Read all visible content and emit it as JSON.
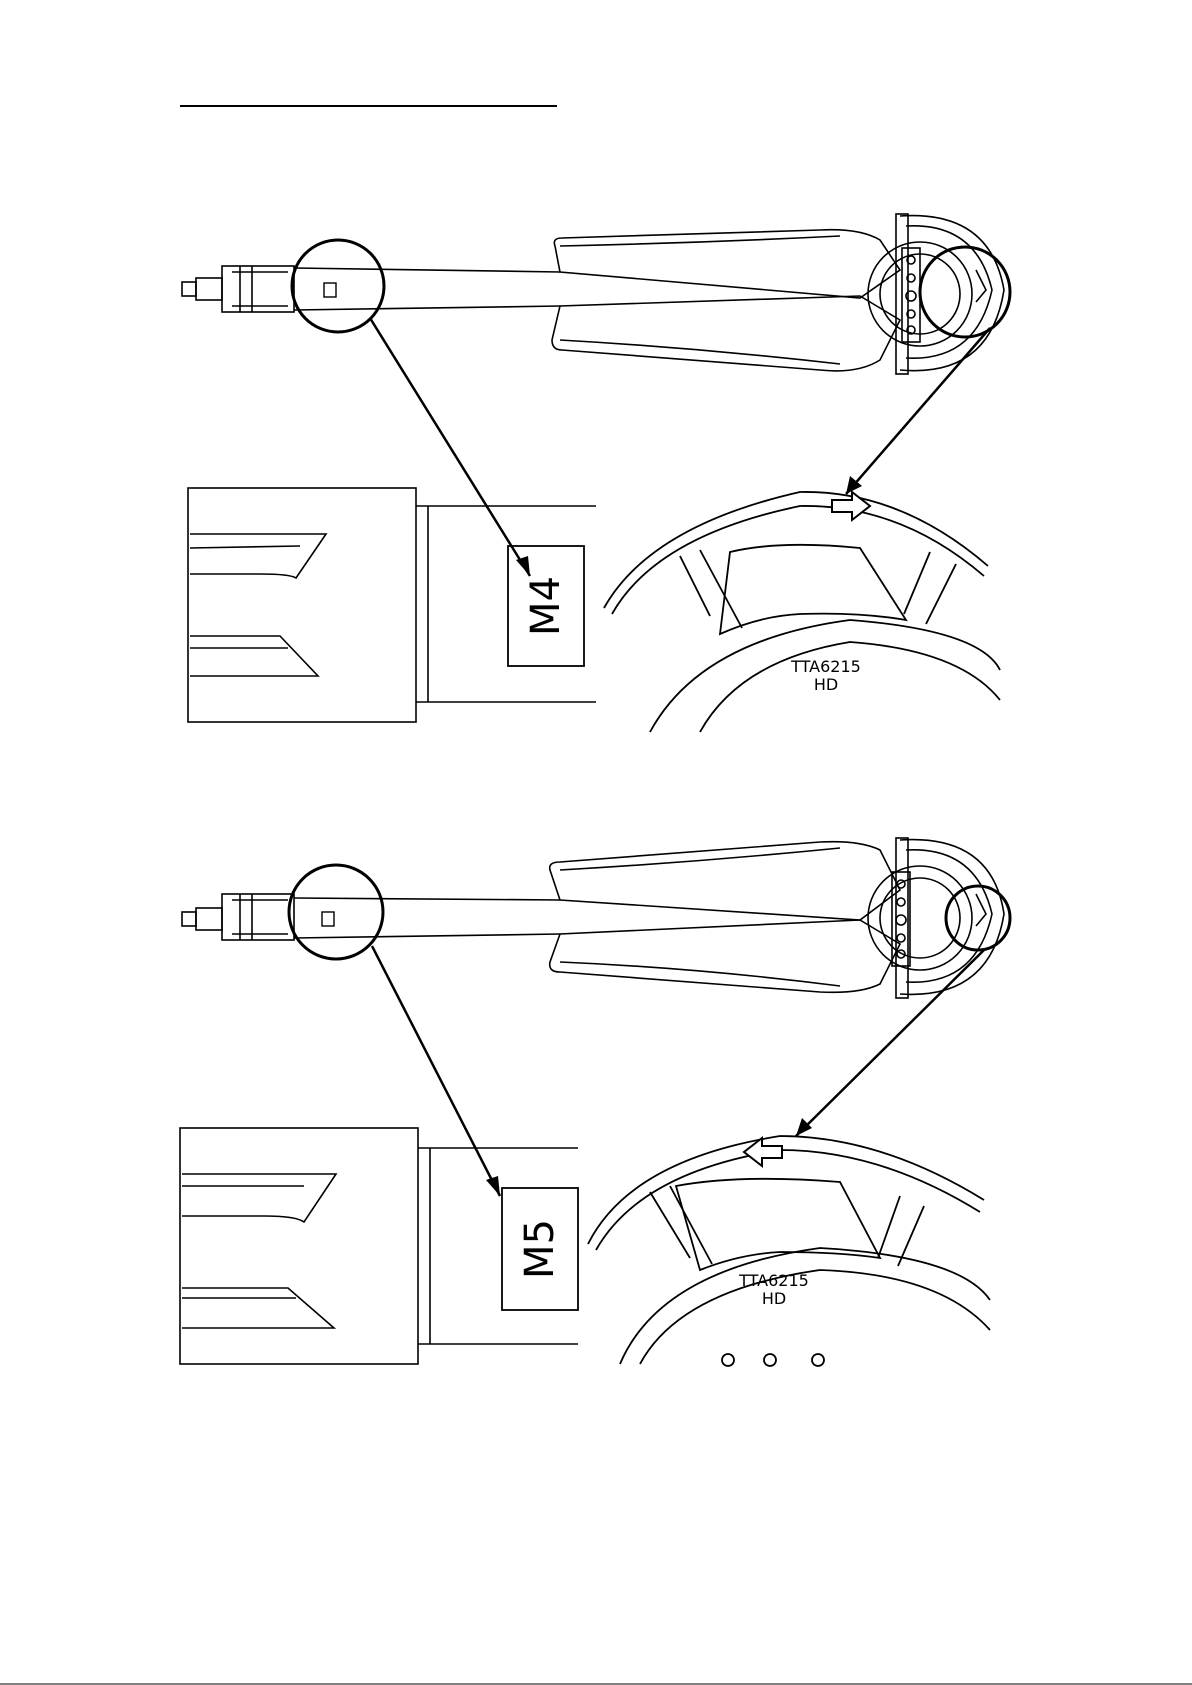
{
  "figures": [
    {
      "label": "M4",
      "model": "TTA6215",
      "model_suffix": "HD",
      "arrow_direction": "right"
    },
    {
      "label": "M5",
      "model": "TTA6215",
      "model_suffix": "HD",
      "arrow_direction": "left"
    }
  ],
  "colors": {
    "line": "#000000",
    "background": "#ffffff",
    "fill": "#ffffff"
  }
}
